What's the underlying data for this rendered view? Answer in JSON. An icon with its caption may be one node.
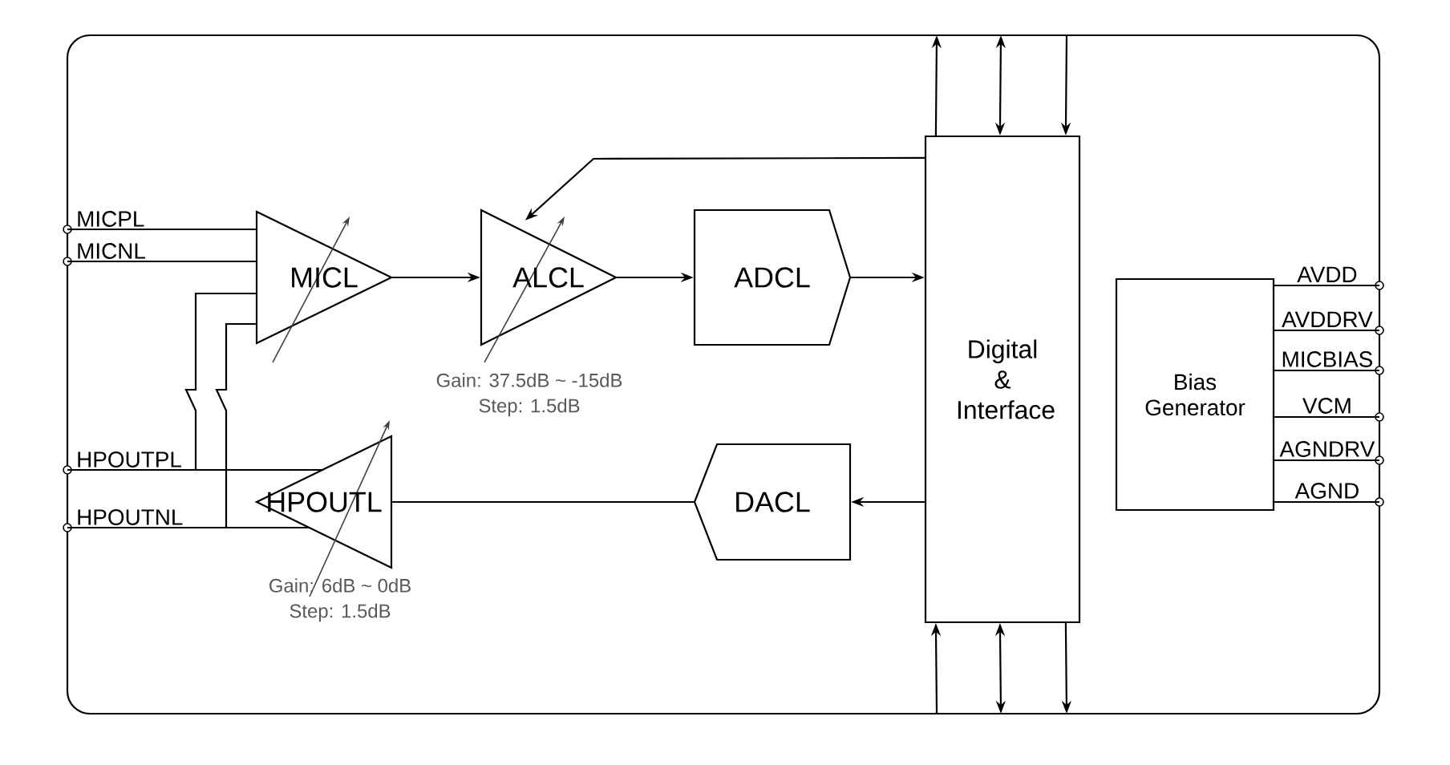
{
  "diagram": {
    "nodes": [
      {
        "text": [
          "MICPL"
        ]
      },
      {
        "text": [
          "MICNL"
        ]
      },
      {
        "text": [
          "HPOUTPL"
        ]
      },
      {
        "text": [
          "HPOUTNL"
        ]
      },
      {
        "text": [
          "MICL"
        ]
      },
      {
        "text": [
          "ALCL"
        ],
        "beside": [
          "Gain: 37.5dB ~ -15dB",
          "Step: 1.5dB"
        ]
      },
      {
        "text": [
          "ADCL"
        ]
      },
      {
        "text": [
          "Digital & Interface"
        ]
      },
      {
        "text": [
          "DACL"
        ]
      },
      {
        "text": [
          "HPOUTL"
        ],
        "beside": [
          "Gain: 6dB ~ 0dB",
          "Step: 1.5dB"
        ]
      },
      {
        "text": [
          "Bias Generator"
        ]
      },
      {
        "text": [
          "AVDD"
        ]
      },
      {
        "text": [
          "AVDDRV"
        ]
      },
      {
        "text": [
          "MICBIAS"
        ]
      },
      {
        "text": [
          "VCM"
        ]
      },
      {
        "text": [
          "AGNDRV"
        ]
      },
      {
        "text": [
          "AGND"
        ]
      }
    ],
    "edges": [
      {
        "from": 0,
        "to": 4,
        "arrow": "none"
      },
      {
        "from": 1,
        "to": 4,
        "arrow": "none"
      },
      {
        "from": 2,
        "to": 4,
        "arrow": "none"
      },
      {
        "from": 3,
        "to": 4,
        "arrow": "none"
      },
      {
        "from": 4,
        "to": 5,
        "arrow": "to"
      },
      {
        "from": 5,
        "to": 6,
        "arrow": "to"
      },
      {
        "from": 6,
        "to": 7,
        "arrow": "to"
      },
      {
        "from": 7,
        "to": 5,
        "arrow": "to"
      },
      {
        "from": 7,
        "to": 8,
        "arrow": "to"
      },
      {
        "from": 8,
        "to": 9,
        "arrow": "none"
      },
      {
        "from": 9,
        "to": 2,
        "arrow": "none"
      },
      {
        "from": 9,
        "to": 3,
        "arrow": "none"
      },
      {
        "from": 10,
        "to": 11,
        "arrow": "none"
      },
      {
        "from": 10,
        "to": 12,
        "arrow": "none"
      },
      {
        "from": 10,
        "to": 13,
        "arrow": "none"
      },
      {
        "from": 10,
        "to": 14,
        "arrow": "none"
      },
      {
        "from": 10,
        "to": 15,
        "arrow": "none"
      },
      {
        "from": 10,
        "to": 16,
        "arrow": "none"
      },
      {
        "from": 7,
        "to": null,
        "arrow": "to"
      },
      {
        "from": 7,
        "to": null,
        "arrow": "both"
      },
      {
        "from": null,
        "to": 7,
        "arrow": "to"
      },
      {
        "from": null,
        "to": 7,
        "arrow": "to"
      },
      {
        "from": 7,
        "to": null,
        "arrow": "both"
      },
      {
        "from": 7,
        "to": null,
        "arrow": "to"
      }
    ]
  }
}
